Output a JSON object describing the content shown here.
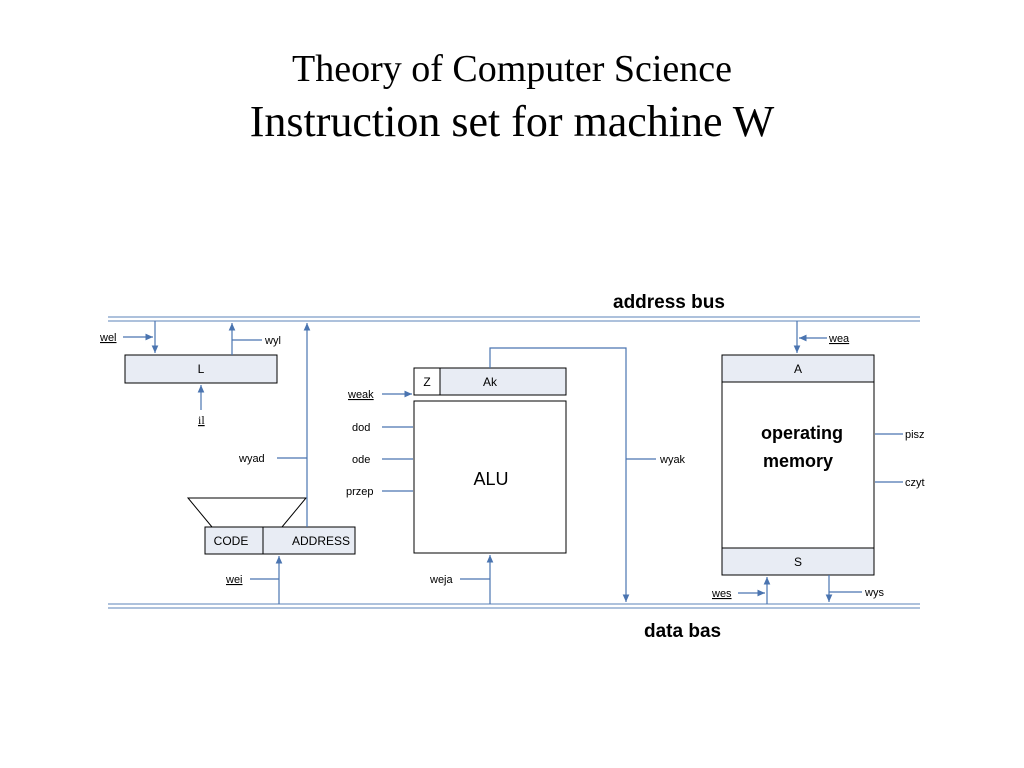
{
  "title": "Theory of Computer Science",
  "subtitle": "Instruction set for machine W",
  "diagram": {
    "buses": {
      "address": "address bus",
      "data": "data bas"
    },
    "blocks": {
      "L": "L",
      "Z": "Z",
      "Ak": "Ak",
      "ALU": "ALU",
      "A": "A",
      "memory_line1": "operating",
      "memory_line2": "memory",
      "S": "S",
      "code": "CODE",
      "address": "ADDRESS"
    },
    "signals": {
      "wel": "wel",
      "wyl": "wyl",
      "il": "il",
      "wyad": "wyad",
      "wei": "wei",
      "weak": "weak",
      "dod": "dod",
      "ode": "ode",
      "przep": "przep",
      "weja": "weja",
      "wyak": "wyak",
      "wea": "wea",
      "pisz": "pisz",
      "czyt": "czyt",
      "wes": "wes",
      "wys": "wys"
    }
  }
}
